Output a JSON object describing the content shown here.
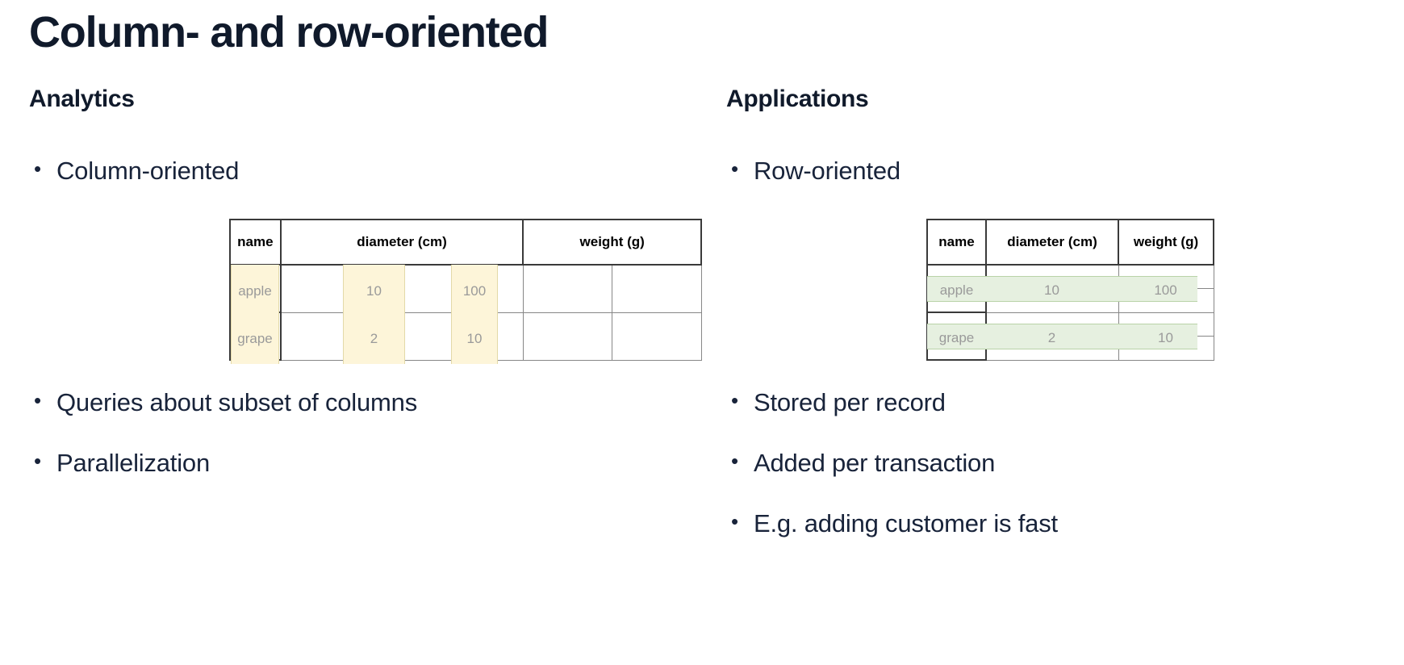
{
  "slide": {
    "title": "Column- and row-oriented"
  },
  "left": {
    "heading": "Analytics",
    "bullets_before": [
      "Column-oriented"
    ],
    "bullets_after": [
      "Queries about subset of columns",
      "Parallelization"
    ],
    "bullet_marker": "•",
    "highlight_color": "#fdf5d9",
    "highlight_border_color": "#e3d9a8",
    "table": {
      "orientation": "column-oriented",
      "headers": [
        "name",
        "diameter (cm)",
        "weight (g)"
      ],
      "rows": [
        {
          "name": "apple",
          "diameter": "10",
          "weight": "100"
        },
        {
          "name": "grape",
          "diameter": "2",
          "weight": "10"
        }
      ]
    }
  },
  "right": {
    "heading": "Applications",
    "bullets_before": [
      "Row-oriented"
    ],
    "bullets_after": [
      "Stored per record",
      "Added per transaction",
      "E.g. adding customer is fast"
    ],
    "bullet_marker": "•",
    "highlight_color": "#e6f0e0",
    "highlight_border_color": "#b9d3a8",
    "table": {
      "orientation": "row-oriented",
      "headers": [
        "name",
        "diameter (cm)",
        "weight (g)"
      ],
      "rows": [
        {
          "name": "apple",
          "diameter": "10",
          "weight": "100"
        },
        {
          "name": "grape",
          "diameter": "2",
          "weight": "10"
        }
      ]
    }
  }
}
